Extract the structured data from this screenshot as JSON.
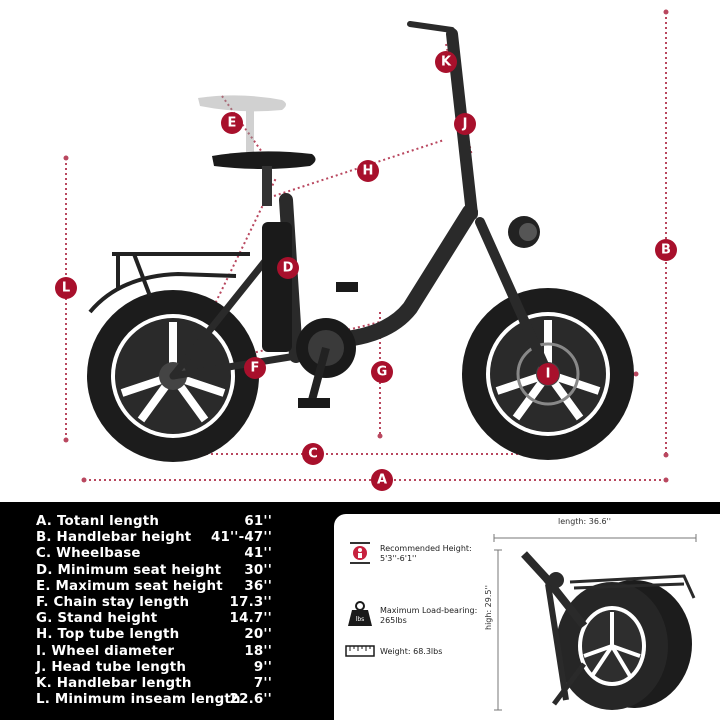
{
  "markers": {
    "A": "A",
    "B": "B",
    "C": "C",
    "D": "D",
    "E": "E",
    "F": "F",
    "G": "G",
    "H": "H",
    "I": "I",
    "J": "J",
    "K": "K",
    "L": "L"
  },
  "specs": [
    {
      "label": "A. Totanl length",
      "value": "61''"
    },
    {
      "label": "B. Handlebar height",
      "value": "41''-47''"
    },
    {
      "label": "C. Wheelbase",
      "value": "41''"
    },
    {
      "label": "D. Minimum seat height",
      "value": "30''"
    },
    {
      "label": "E. Maximum seat height",
      "value": "36''"
    },
    {
      "label": "F. Chain stay length",
      "value": "17.3''"
    },
    {
      "label": "G. Stand height",
      "value": "14.7''"
    },
    {
      "label": "H. Top tube length",
      "value": "20''"
    },
    {
      "label": "I.  Wheel diameter",
      "value": "18''"
    },
    {
      "label": "J. Head tube length",
      "value": "9''"
    },
    {
      "label": "K. Handlebar length",
      "value": "7''"
    },
    {
      "label": "L. Minimum inseam length",
      "value": "22.6''"
    }
  ],
  "folded": {
    "length_label": "length: 36.6''",
    "height_label": "high: 29.5''",
    "recommended_height_title": "Recommended Height:",
    "recommended_height_value": "5'3''-6'1''",
    "max_load_title": "Maximum Load-bearing:",
    "max_load_value": "265lbs",
    "weight_label": "Weight: 68.3lbs",
    "load_icon_text": "lbs"
  },
  "colors": {
    "accent": "#a8102c",
    "dimension_line": "#b9475f",
    "panel": "#000000"
  }
}
